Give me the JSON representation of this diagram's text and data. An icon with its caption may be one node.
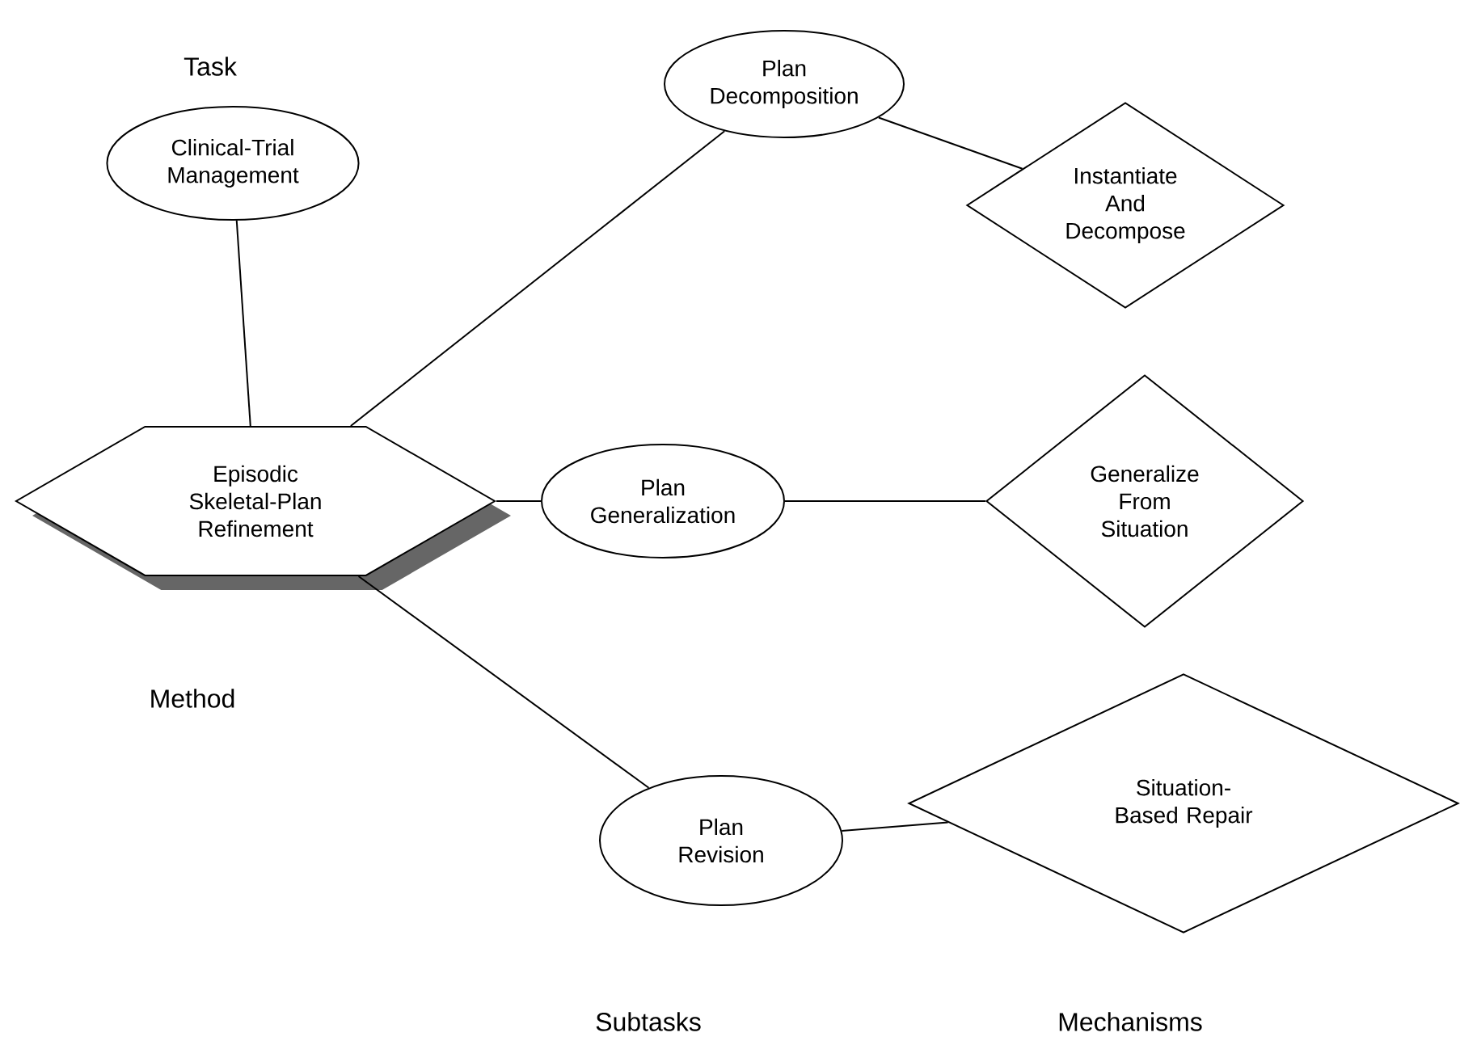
{
  "diagram": {
    "nodes": [
      {
        "text": [
          "Clinical-Trial Management"
        ]
      },
      {
        "text": [
          "Episodic Skeletal-Plan Refinement"
        ]
      },
      {
        "text": [
          "Plan Decomposition"
        ]
      },
      {
        "text": [
          "Instantiate And Decompose"
        ]
      },
      {
        "text": [
          "Plan Generalization"
        ]
      },
      {
        "text": [
          "Generalize From Situation"
        ]
      },
      {
        "text": [
          "Plan Revision"
        ]
      },
      {
        "text": [
          "Situation-Based Repair"
        ]
      }
    ],
    "edges": [
      {
        "from": 0,
        "to": 1,
        "arrow": "none"
      },
      {
        "from": 1,
        "to": 2,
        "arrow": "none"
      },
      {
        "from": 2,
        "to": 3,
        "arrow": "none"
      },
      {
        "from": 1,
        "to": 4,
        "arrow": "none"
      },
      {
        "from": 4,
        "to": 5,
        "arrow": "none"
      },
      {
        "from": 1,
        "to": 6,
        "arrow": "none"
      },
      {
        "from": 6,
        "to": 7,
        "arrow": "none"
      }
    ],
    "labels": [
      "Task",
      "Method",
      "Subtasks",
      "Mechanisms"
    ]
  }
}
